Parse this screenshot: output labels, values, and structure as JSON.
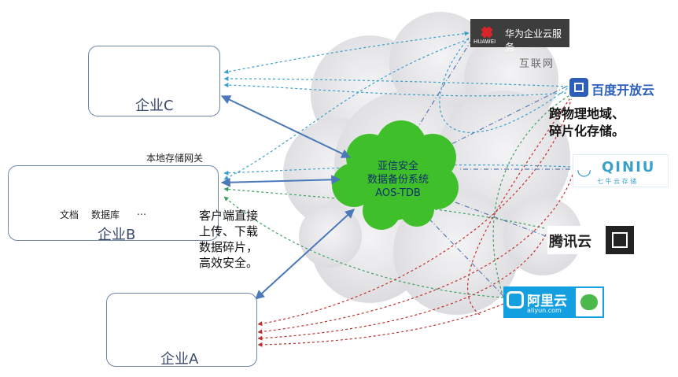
{
  "internet": {
    "label": "互联网"
  },
  "core": {
    "line1": "亚信安全",
    "line2": "数据备份系统",
    "line3": "AOS-TDB"
  },
  "enterprises": {
    "c": {
      "label": "企业C"
    },
    "b": {
      "label": "企业B",
      "doc_label": "文档",
      "db_label": "数据库",
      "more": "…"
    },
    "a": {
      "label": "企业A"
    }
  },
  "gateway": {
    "label": "本地存储网关"
  },
  "client_note": "客户端直接\n上传、下载\n数据碎片，\n高效安全。",
  "feature_note": "跨物理地域、\n碎片化存储。",
  "providers": {
    "huawei": {
      "brand": "HUAWEI",
      "name": "华为企业云服务"
    },
    "baidu": {
      "name": "百度开放云"
    },
    "qiniu": {
      "name": "QINIU",
      "sub": "七 牛 云 存 储"
    },
    "tencent": {
      "name": "腾讯云"
    },
    "aliyun": {
      "name": "阿里云",
      "sub": "aliyun.com"
    }
  },
  "colors": {
    "core_green": "#3fbf2a",
    "arrow_blue": "#4a78b8",
    "dash_red": "#c0302a",
    "dash_cyan": "#3aa0c8",
    "dash_green": "#3aa060",
    "cloud": "#e6e6e8"
  }
}
